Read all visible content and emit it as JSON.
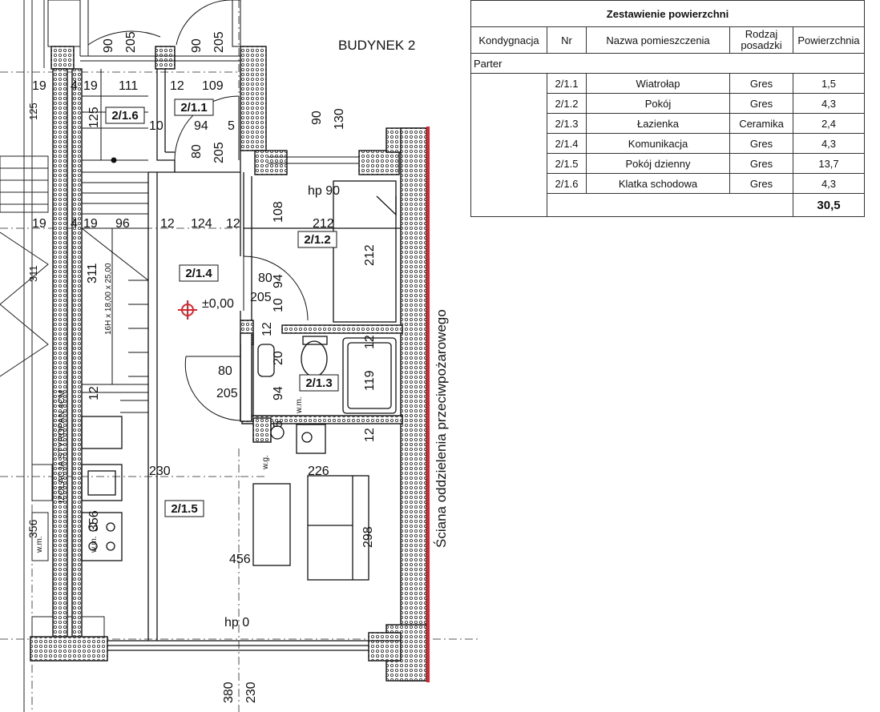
{
  "drawing": {
    "building_label": "BUDYNEK 2",
    "wall_label": "Ściana oddzielenia przeciwpożarowego",
    "level_label": "±0,00",
    "hp_label_top": "hp 90",
    "hp_label_bottom": "hp 0",
    "stair_note": "16H x 18,00 x 25,00",
    "insulation_note": "IZOLACJA STYROPAN 4CM",
    "wm_label": "w.m.",
    "wg_label": "w.g.",
    "rooms": [
      {
        "id": "2/1.1"
      },
      {
        "id": "2/1.2"
      },
      {
        "id": "2/1.3"
      },
      {
        "id": "2/1.4"
      },
      {
        "id": "2/1.5"
      },
      {
        "id": "2/1.6"
      }
    ],
    "dims": {
      "d90a": "90",
      "d205a": "205",
      "d90b": "90",
      "d205b": "205",
      "r1": "19",
      "r2": "4",
      "r3": "19",
      "r4": "111",
      "r5": "12",
      "r6": "109",
      "d125": "125",
      "d10": "10",
      "d94": "94",
      "d5": "5",
      "d80": "80",
      "d205c": "205",
      "d90c": "90",
      "d130": "130",
      "s1": "19",
      "s2": "4",
      "s3": "19",
      "s4": "96",
      "s5": "12",
      "s6": "124",
      "s7": "12",
      "d108": "108",
      "d212h": "212",
      "d212v": "212",
      "d311a": "311",
      "d311b": "311",
      "d80b": "80",
      "d94b": "94",
      "d205d": "205",
      "d10b": "10",
      "d12a": "12",
      "d20": "20",
      "d94c": "94",
      "d119": "119",
      "d12b": "12",
      "d80c": "80",
      "d205e": "205",
      "d12c": "12",
      "d5b": "5",
      "d12d": "12",
      "d230": "230",
      "d226": "226",
      "d298": "298",
      "d456": "456",
      "d356a": "356",
      "d356b": "356",
      "d125l": "125",
      "d380": "380",
      "d230b": "230"
    }
  },
  "table": {
    "title": "Zestawienie powierzchni",
    "headers": {
      "kondygnacja": "Kondygnacja",
      "nr": "Nr",
      "nazwa": "Nazwa pomieszczenia",
      "rodzaj_line1": "Rodzaj",
      "rodzaj_line2": "posadzki",
      "powierzchnia": "Powierzchnia"
    },
    "level": "Parter",
    "rows": [
      {
        "nr": "2/1.1",
        "name": "Wiatrołap",
        "floor": "Gres",
        "area": "1,5"
      },
      {
        "nr": "2/1.2",
        "name": "Pokój",
        "floor": "Gres",
        "area": "4,3"
      },
      {
        "nr": "2/1.3",
        "name": "Łazienka",
        "floor": "Ceramika",
        "area": "2,4"
      },
      {
        "nr": "2/1.4",
        "name": "Komunikacja",
        "floor": "Gres",
        "area": "4,3"
      },
      {
        "nr": "2/1.5",
        "name": "Pokój dzienny",
        "floor": "Gres",
        "area": "13,7"
      },
      {
        "nr": "2/1.6",
        "name": "Klatka schodowa",
        "floor": "Gres",
        "area": "4,3"
      }
    ],
    "total": "30,5"
  },
  "colors": {
    "fire_wall": "#d8262e",
    "wall_line": "#111111",
    "target_mark": "#d8262e"
  }
}
